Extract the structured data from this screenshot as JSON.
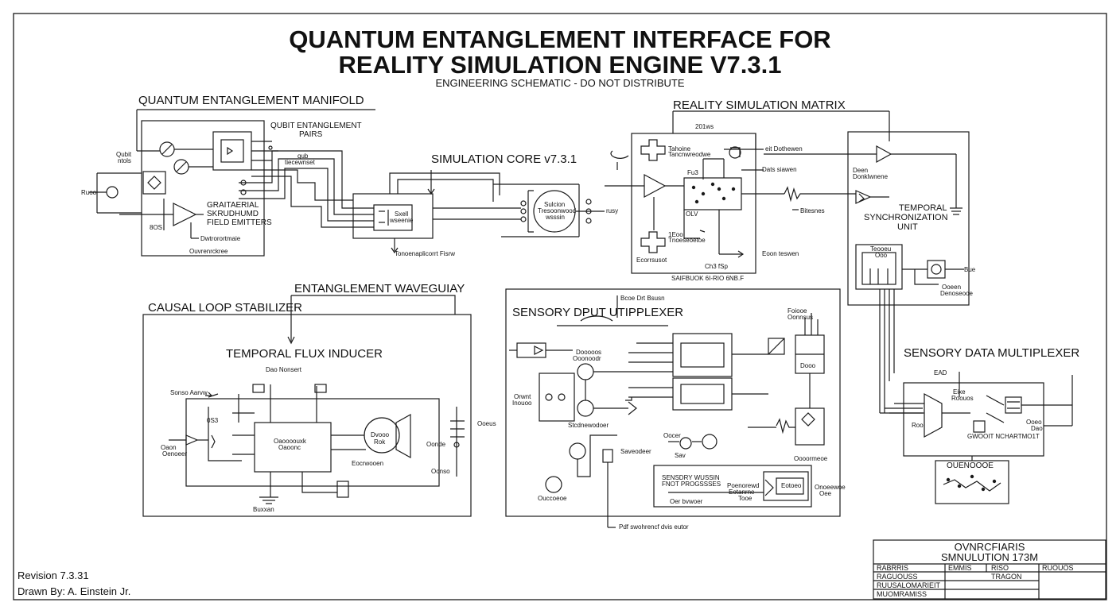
{
  "header": {
    "title_line1": "QUANTUM ENTANGLEMENT INTERFACE FOR",
    "title_line2": "REALITY SIMULATION ENGINE V7.3.1",
    "subtitle": "ENGINEERING SCHEMATIC - DO NOT DISTRIBUTE"
  },
  "sections": {
    "manifold": "QUANTUM ENTANGLEMENT MANIFOLD",
    "sim_core": "SIMULATION CORE v7.3.1",
    "reality_matrix": "REALITY SIMULATION MATRIX",
    "temporal_sync_1": "TEMPORAL",
    "temporal_sync_2": "SYNCHRONIZATION",
    "temporal_sync_3": "UNIT",
    "waveguide": "ENTANGLEMENT WAVEGUIAY",
    "causal": "CAUSAL LOOP STABILIZER",
    "flux": "TEMPORAL FLUX INDUCER",
    "sensory_input": "SENSORY DPUT UTIPPLEXER",
    "sensory_mux": "SENSORY DATA MULTIPLEXER"
  },
  "labels": {
    "qubit_pairs_1": "QUBIT ENTANGLEMENT",
    "qubit_pairs_2": "PAIRS",
    "field_1": "GRAITAERIAL",
    "field_2": "SKRUDHUMD",
    "field_3": "FIELD EMITTERS",
    "m_a": "Qubit",
    "m_b": "ntols",
    "m_c": "Ruoo",
    "m_d": "8OS",
    "m_e": "qub",
    "m_f": "tiecewnset",
    "m_g": "Dwtrorortmaie",
    "m_h": "Ouvrenrckree",
    "sc_box_1": "Sxell",
    "sc_box_2": "wseenie",
    "sc_core_1": "Sulcion",
    "sc_core_2": "Tresoonwood",
    "sc_core_3": "wsssin",
    "sc_c": "Tonoenaplicorrt Fisrw",
    "sc_d": "rusy",
    "rm_a": "201ws",
    "rm_b": "Tahoine",
    "rm_c": "Tancnwreodwe",
    "rm_d": "Fu3",
    "rm_e": "OLV",
    "rm_f": "1Eoo",
    "rm_g": "Tnoeseoetoe",
    "rm_h": "Ecorrsusot",
    "rm_i": "Ch3 fSp",
    "rm_j": "SAIFBUOK 6I-RIO 6NB.F",
    "rm_k": "eit Dothewen",
    "rm_l": "Dats siawen",
    "rm_m": "Bitesnes",
    "rm_n": "Eoon teswen",
    "ts_a": "Deen",
    "ts_b": "Donklwnene",
    "ts_c": "Teooeu",
    "ts_d": "Ooo",
    "ts_e": "Bue",
    "ts_f": "Ooeen",
    "ts_g": "Denoseooe",
    "cl_a": "Dao Nonsert",
    "cl_b": "Sonso Aarvw",
    "cl_c": "Oaoooouxk",
    "cl_d": "Oaoonc",
    "cl_e": "Dvooo",
    "cl_f": "Rok",
    "cl_g": "Eocrwooen",
    "cl_h": "Buxxan",
    "cl_i": "0S3",
    "cl_j": "Oaon",
    "cl_k": "Oenoeer",
    "cl_l": "Oonde",
    "cl_m": "Oonso",
    "cl_n": "Ooeus",
    "si_a": "Bcoe Drt Bsusn",
    "si_b": "Dooooos",
    "si_c": "Ooonoodr",
    "si_d": "Stcdnewodoer",
    "si_e": "Saveodeer",
    "si_f": "Orwnt",
    "si_g": "Inouoo",
    "si_h": "Foiooe",
    "si_i": "Oonnsus",
    "si_j": "Oooormeoe",
    "si_k": "Oocer",
    "si_l": "Sav",
    "si_m": "SENSDRY WUSSIN",
    "si_n": "FNOT PROGSSSES",
    "si_o": "Oer bvwoer",
    "si_p": "Poenorewd",
    "si_q": "Eotanrne",
    "si_r": "Tooe",
    "si_s": "Eotoeo",
    "si_t": "Onoeewoe",
    "si_u": "Oee",
    "si_v": "Pdf swohrencf dvis eutor",
    "si_w": "Ouccoeoe",
    "si_x": "Dooo",
    "sm_a": "EAD",
    "sm_b": "Eixe",
    "sm_c": "Roouos",
    "sm_d": "Roo",
    "sm_e": "Ooeo",
    "sm_f": "Dao",
    "sm_g": "GWOOIT NCHARTMO1T",
    "sm_h": "OUENOOOE"
  },
  "footer": {
    "revision": "Revision 7.3.31",
    "drawn_by": "Drawn By: A. Einstein Jr."
  },
  "title_block": {
    "line1": "OVNRCFIARIS",
    "line2": "SMNULUTION 173M",
    "r1c1": "RABRRIS",
    "r1c2": "EMMIS",
    "r1c3": "RISO",
    "r1c4": "RUOUOS",
    "r2c1": "RAGUOUSS",
    "r2c3": "TRAGON",
    "r3c1": "RUUSALOMARIEIT",
    "r4c1": "MUOMRAMISS"
  }
}
